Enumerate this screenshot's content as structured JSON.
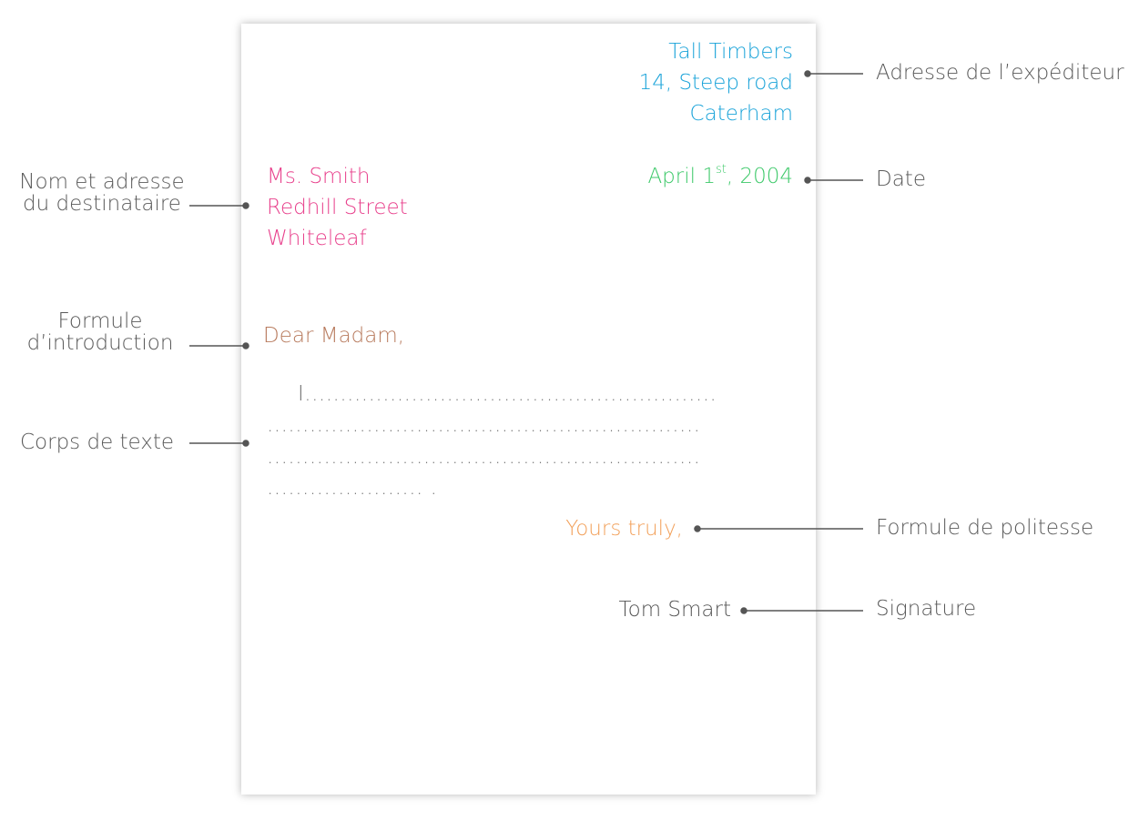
{
  "letter": {
    "sender_address": [
      "Tall Timbers",
      "14, Steep road",
      "Caterham"
    ],
    "date": {
      "month_day": "April 1",
      "suffix": "st",
      "year_part": ", 2004"
    },
    "recipient": [
      "Ms. Smith",
      "Redhill Street",
      "Whiteleaf"
    ],
    "salutation": "Dear Madam,",
    "body": [
      "I..........................................................",
      ".............................................................",
      ".............................................................",
      "...................... ."
    ],
    "closing": "Yours truly,",
    "signature": "Tom Smart"
  },
  "annotations": {
    "sender": "Adresse de l’expéditeur",
    "date": "Date",
    "recipient": [
      "Nom et adresse",
      "du destinataire"
    ],
    "salutation": [
      "Formule",
      "d’introduction"
    ],
    "body": "Corps de texte",
    "closing": "Formule de politesse",
    "signature": "Signature"
  },
  "colors": {
    "sender": "#1aa3d9",
    "date": "#3ec96a",
    "recipient": "#e8408c",
    "salutation": "#b87b5e",
    "closing": "#f2a05a",
    "text": "#555555",
    "connector": "#555555"
  }
}
